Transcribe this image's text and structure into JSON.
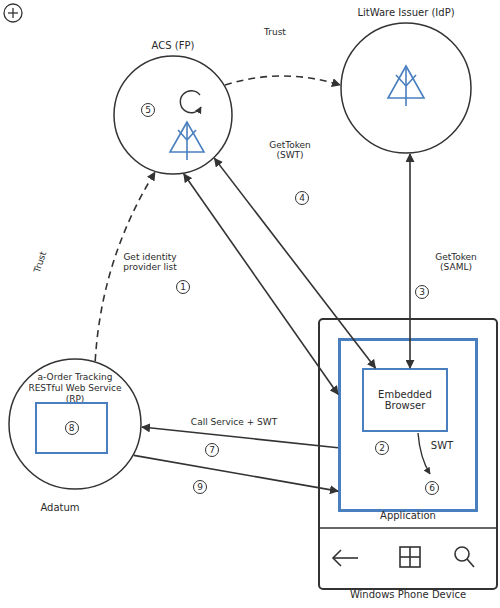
{
  "diagram": {
    "nodes": [
      {
        "text": [
          "ACS (FP)"
        ]
      },
      {
        "text": [
          "LitWare Issuer (IdP)"
        ]
      },
      {
        "text": [
          "a-Order Tracking RESTful Web Service (RP)"
        ]
      },
      {
        "text": [
          "8"
        ],
        "in": 2
      },
      {
        "text": [
          "Windows Phone Device"
        ]
      },
      {
        "text": [
          "Application"
        ],
        "in": 4
      },
      {
        "text": [
          "Embedded Browser"
        ],
        "in": 5
      }
    ],
    "edges": [
      {
        "from": 0,
        "to": 1,
        "arrow": "to",
        "label": "Trust"
      },
      {
        "from": 2,
        "to": 0,
        "arrow": "to",
        "label": "Trust"
      },
      {
        "from": 5,
        "to": 0,
        "arrow": "both",
        "label": "Get identity provider list"
      },
      {
        "from": 6,
        "to": 0,
        "arrow": "both",
        "label": "GetToken (SWT)"
      },
      {
        "from": 6,
        "to": 1,
        "arrow": "both",
        "label": "GetToken (SAML)"
      },
      {
        "from": 5,
        "to": 2,
        "arrow": "to",
        "label": "Call Service + SWT"
      },
      {
        "from": 2,
        "to": 5,
        "arrow": "to"
      }
    ],
    "labels": [
      "5",
      "1",
      "4",
      "3",
      "2",
      "SWT",
      "6",
      "7",
      "9",
      "Adatum"
    ]
  }
}
